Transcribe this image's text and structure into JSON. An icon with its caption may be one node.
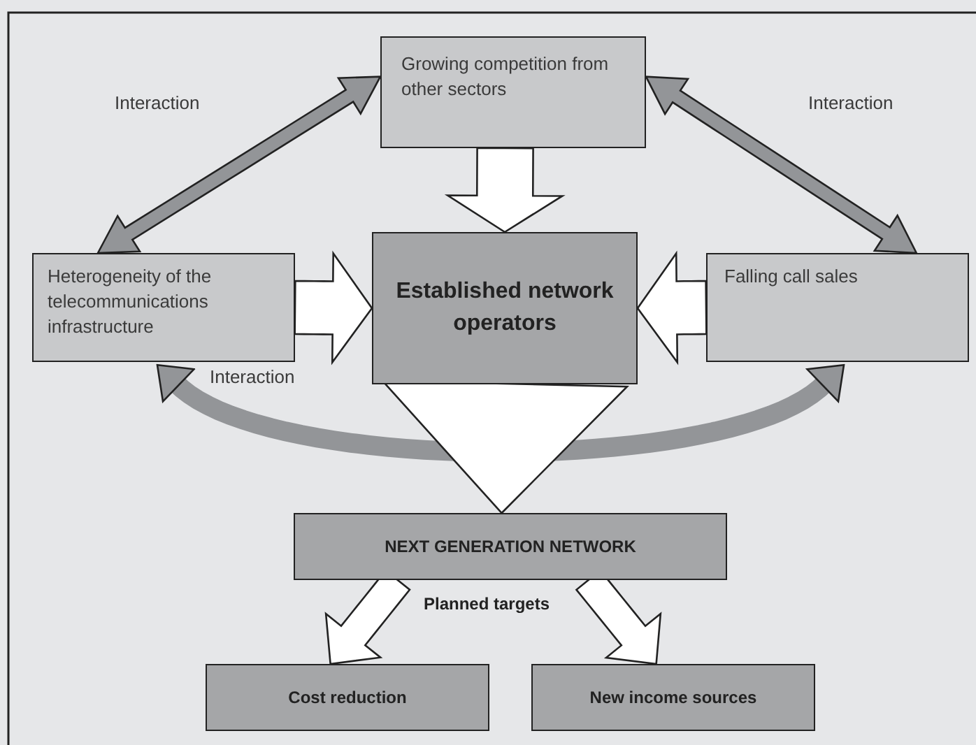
{
  "diagram": {
    "nodes": [
      {
        "text": [
          "Growing competition from other sectors"
        ]
      },
      {
        "text": [
          "Established network operators"
        ]
      },
      {
        "text": [
          "Heterogeneity of the telecommunications infrastructure"
        ]
      },
      {
        "text": [
          "Falling call sales"
        ]
      },
      {
        "text": [
          "NEXT GENERATION NETWORK"
        ]
      },
      {
        "text": [
          "Cost reduction"
        ]
      },
      {
        "text": [
          "New income sources"
        ]
      }
    ],
    "edges": [
      {
        "from": 0,
        "to": 1,
        "arrow": "to"
      },
      {
        "from": 2,
        "to": 1,
        "arrow": "to"
      },
      {
        "from": 3,
        "to": 1,
        "arrow": "to"
      },
      {
        "from": 2,
        "to": 0,
        "arrow": "both",
        "label": "Interaction",
        "color": "#939598"
      },
      {
        "from": 0,
        "to": 3,
        "arrow": "both",
        "label": "Interaction",
        "color": "#939598"
      },
      {
        "from": 2,
        "to": 3,
        "arrow": "both",
        "label": "Interaction",
        "color": "#939598"
      },
      {
        "from": 1,
        "to": 4,
        "arrow": "to"
      },
      {
        "from": 4,
        "to": 5,
        "arrow": "to"
      },
      {
        "from": 4,
        "to": 6,
        "arrow": "to"
      }
    ],
    "labels": [
      "Planned targets"
    ]
  }
}
